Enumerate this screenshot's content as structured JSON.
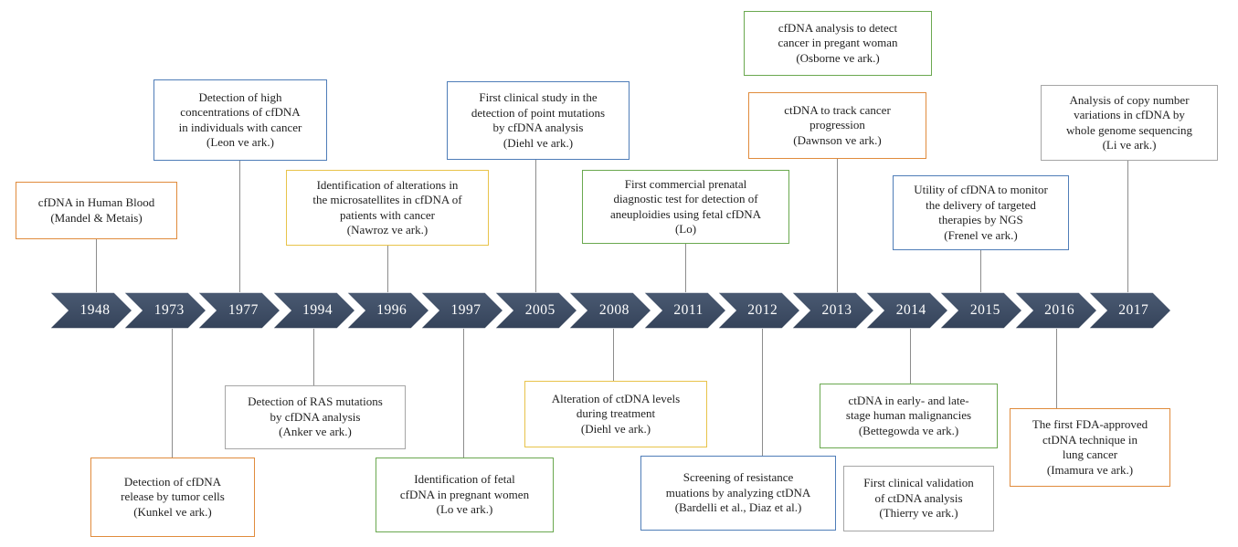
{
  "years": [
    "1948",
    "1973",
    "1977",
    "1994",
    "1996",
    "1997",
    "2005",
    "2008",
    "2011",
    "2012",
    "2013",
    "2014",
    "2015",
    "2016",
    "2017"
  ],
  "colors": {
    "arrow": "#4a5a72",
    "arrow_dark": "#35435a",
    "orange": "#e08b3c",
    "blue": "#4f7db8",
    "gold": "#e8c34a",
    "gray": "#a6a6a6",
    "green": "#6aa84f"
  },
  "events_top": [
    {
      "id": "1948",
      "lines": [
        "cfDNA in Human Blood",
        "(Mandel & Metais)"
      ]
    },
    {
      "id": "1977",
      "lines": [
        "Detection of high",
        "concentrations of cfDNA",
        "in individuals with cancer",
        "(Leon ve ark.)"
      ]
    },
    {
      "id": "1996",
      "lines": [
        "Identification of alterations in",
        "the microsatellites in cfDNA of",
        "patients with cancer",
        "(Nawroz ve ark.)"
      ]
    },
    {
      "id": "2005",
      "lines": [
        "First clinical study in the",
        "detection of point mutations",
        "by cfDNA analysis",
        "(Diehl ve ark.)"
      ]
    },
    {
      "id": "2011",
      "lines": [
        "First commercial prenatal",
        "diagnostic test for detection of",
        "aneuploidies using fetal cfDNA",
        "(Lo)"
      ]
    },
    {
      "id": "2013a",
      "lines": [
        "cfDNA analysis  to detect",
        "cancer in pregant woman",
        "(Osborne ve ark.)"
      ]
    },
    {
      "id": "2013b",
      "lines": [
        "ctDNA to track cancer",
        "progression",
        "(Dawnson ve ark.)"
      ]
    },
    {
      "id": "2015",
      "lines": [
        "Utility of cfDNA to monitor",
        "the delivery of targeted",
        "therapies by NGS",
        "(Frenel ve ark.)"
      ]
    },
    {
      "id": "2017",
      "lines": [
        "Analysis of copy number",
        "variations in cfDNA by",
        "whole genome sequencing",
        "(Li ve ark.)"
      ]
    }
  ],
  "events_bottom": [
    {
      "id": "1973",
      "lines": [
        "Detection of cfDNA",
        "release by tumor cells",
        "(Kunkel ve ark.)"
      ]
    },
    {
      "id": "1994",
      "lines": [
        "Detection of RAS mutations",
        "by cfDNA analysis",
        "(Anker ve ark.)"
      ]
    },
    {
      "id": "1997",
      "lines": [
        "Identification of fetal",
        "cfDNA in pregnant women",
        "(Lo ve ark.)"
      ]
    },
    {
      "id": "2008",
      "lines": [
        "Alteration of ctDNA levels",
        "during treatment",
        "(Diehl ve ark.)"
      ]
    },
    {
      "id": "2012",
      "lines": [
        "Screening of resistance",
        "muations by analyzing  ctDNA",
        "(Bardelli et al., Diaz et al.)"
      ]
    },
    {
      "id": "2014a",
      "lines": [
        "ctDNA in early- and late-",
        "stage human malignancies",
        "(Bettegowda ve ark.)"
      ]
    },
    {
      "id": "2014b",
      "lines": [
        "First clinical validation",
        "of ctDNA analysis",
        "(Thierry ve ark.)"
      ]
    },
    {
      "id": "2016",
      "lines": [
        "The first FDA-approved",
        "ctDNA technique in",
        "lung cancer",
        "(Imamura ve ark.)"
      ]
    }
  ]
}
